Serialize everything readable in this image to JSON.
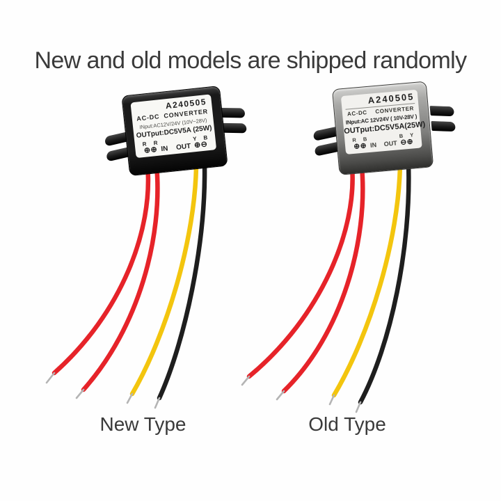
{
  "title": "New and old models are shipped randomly",
  "colors": {
    "wire_red": "#e62329",
    "wire_yellow": "#f3c50e",
    "wire_black": "#1e1e1e",
    "wire_tip": "#b4b4b4",
    "text": "#3a3a3a",
    "label_text": "#1f1f1f"
  },
  "products": [
    {
      "caption": "New Type",
      "body_style": "black",
      "wires": [
        "red",
        "red",
        "yellow",
        "black"
      ],
      "label": {
        "model": "A240505",
        "type": "AC-DC CONVERTER",
        "input": "INput:AC12V/24V (10V~28V)",
        "output": "OUTput:DC5V5A (25W)",
        "terminals": {
          "in_letters": "R R",
          "in_symbols": "⊕⊕",
          "in_label": "IN",
          "out_label": "OUT",
          "out_letters": "Y B",
          "out_symbols": "⊕⊖"
        }
      }
    },
    {
      "caption": "Old Type",
      "body_style": "gray",
      "wires": [
        "red",
        "red",
        "yellow",
        "black"
      ],
      "label": {
        "model": "A240505",
        "type": "AC-DC CONVERTER",
        "input": "INput:AC 12V24V ( 10V-28V )",
        "output": "OUTput:DC5V5A(25W)",
        "terminals": {
          "in_letters": "R B",
          "in_symbols": "⊕⊕",
          "in_label": "IN",
          "out_label": "OUT",
          "out_letters": "B Y",
          "out_symbols": "⊖⊕"
        }
      }
    }
  ]
}
